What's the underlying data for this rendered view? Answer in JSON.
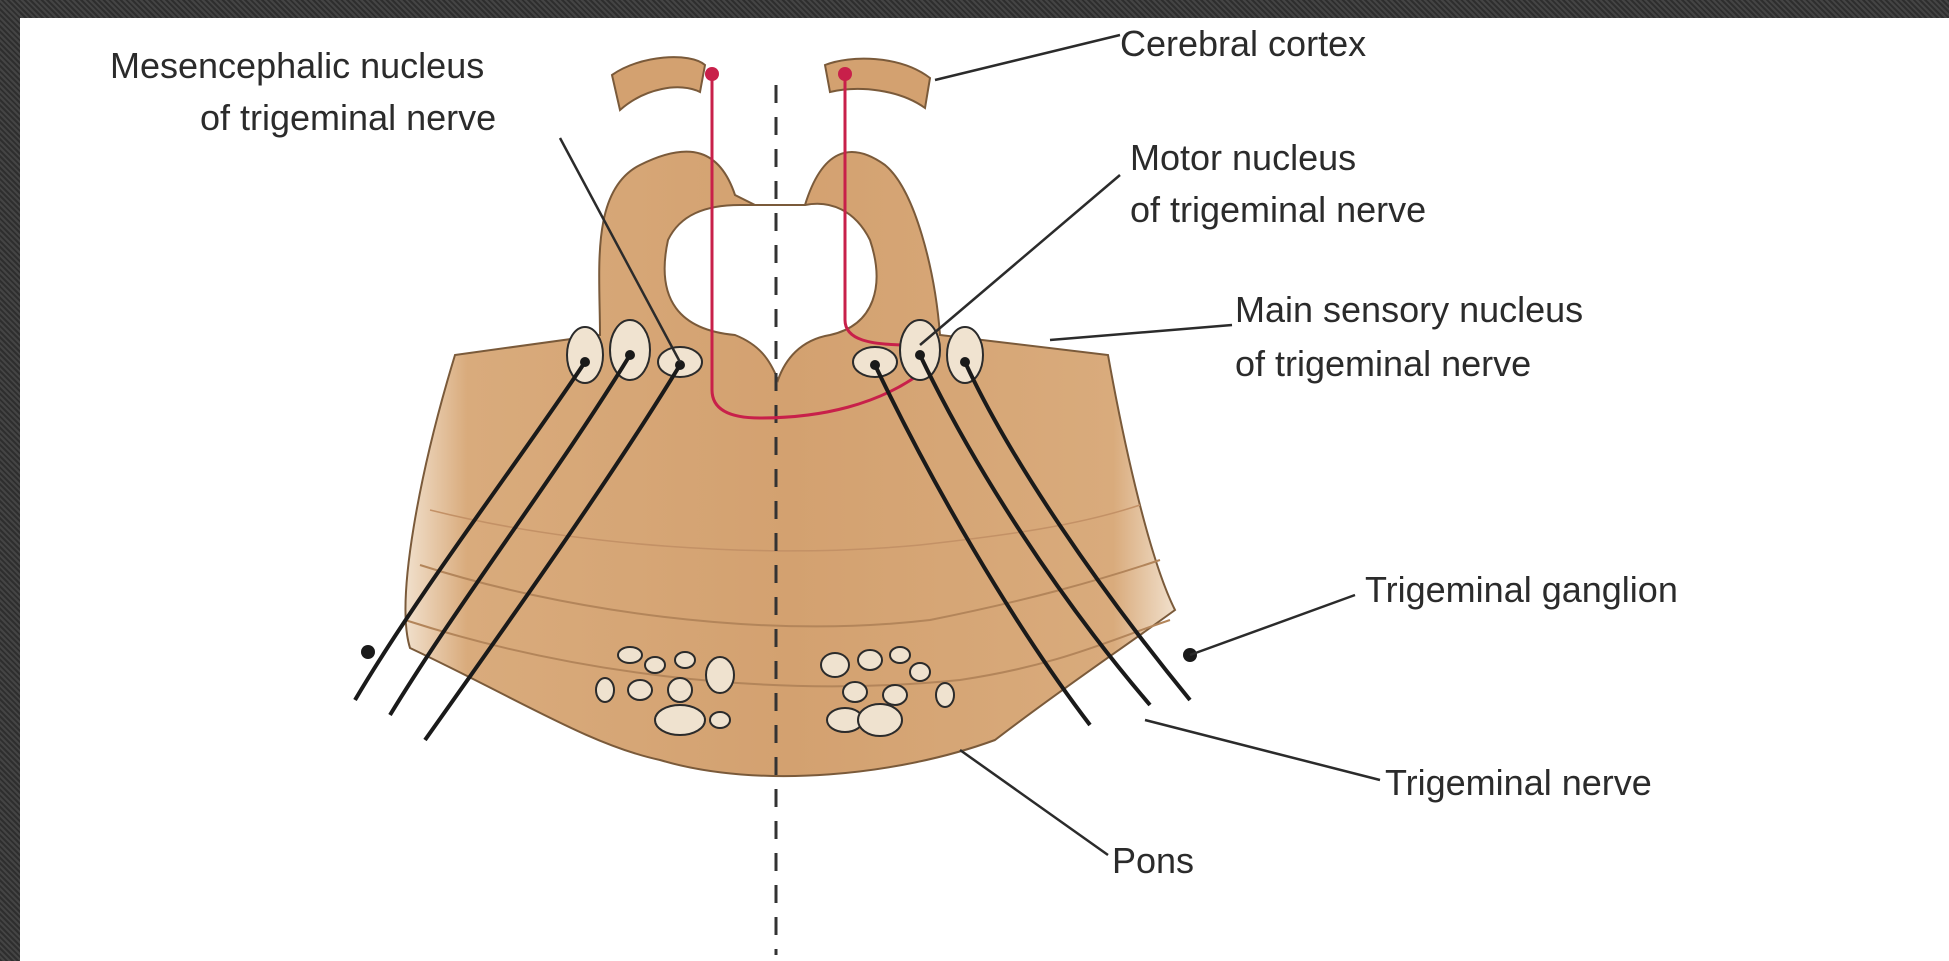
{
  "labels": {
    "mesencephalic_line1": "Mesencephalic nucleus",
    "mesencephalic_line2": "of trigeminal nerve",
    "cerebral_cortex": "Cerebral cortex",
    "motor_line1": "Motor nucleus",
    "motor_line2": "of trigeminal nerve",
    "main_sensory_line1": "Main sensory nucleus",
    "main_sensory_line2": "of trigeminal nerve",
    "trigeminal_ganglion": "Trigeminal ganglion",
    "trigeminal_nerve": "Trigeminal nerve",
    "pons": "Pons"
  },
  "colors": {
    "tissue": "#d4a373",
    "tissue_dark": "#b9875a",
    "nerve": "#1a1a1a",
    "motor_pathway": "#c8204a",
    "frame": "#3a3a3a",
    "background": "#ffffff"
  }
}
